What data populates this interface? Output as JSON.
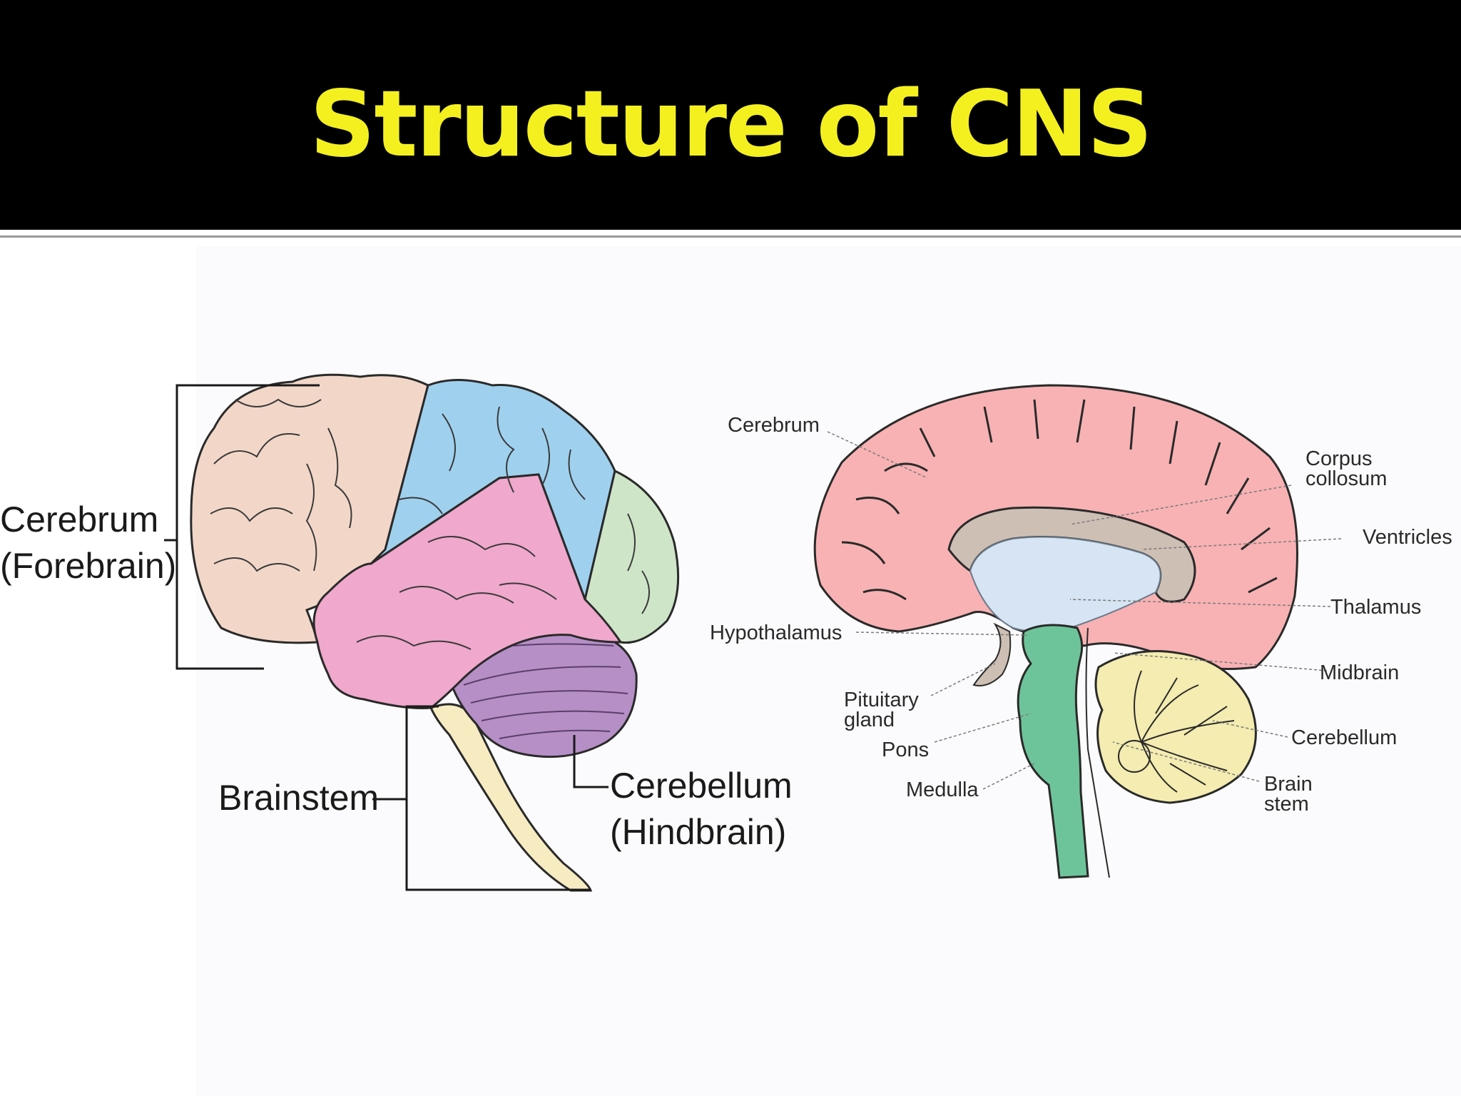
{
  "slide": {
    "title": "Structure of CNS",
    "title_color": "#f4f020",
    "header_background": "#000000"
  },
  "lateral_view": {
    "labels": {
      "cerebrum": "Cerebrum",
      "cerebrum_sub": "(Forebrain)",
      "brainstem": "Brainstem",
      "cerebellum": "Cerebellum",
      "cerebellum_sub": "(Hindbrain)"
    },
    "colors": {
      "frontal": "#f2d7c8",
      "parietal": "#9fd1ef",
      "temporal": "#f0a8cc",
      "occipital": "#cfe5c8",
      "cerebellum": "#b58fc6",
      "brainstem": "#f7ebc2"
    }
  },
  "sagittal_view": {
    "labels": {
      "cerebrum": "Cerebrum",
      "corpus_1": "Corpus",
      "corpus_2": "collosum",
      "ventricles": "Ventricles",
      "thalamus": "Thalamus",
      "hypothalamus": "Hypothalamus",
      "midbrain": "Midbrain",
      "pituitary_1": "Pituitary",
      "pituitary_2": "gland",
      "cerebellum": "Cerebellum",
      "pons": "Pons",
      "medulla": "Medulla",
      "brain_1": "Brain",
      "brain_2": "stem"
    },
    "colors": {
      "cortex": "#f8b2b4",
      "corpus_callosum": "#cdbfb4",
      "ventricles": "#d6e4f3",
      "brainstem": "#6ec49a",
      "cerebellum": "#f4ecb0"
    }
  }
}
